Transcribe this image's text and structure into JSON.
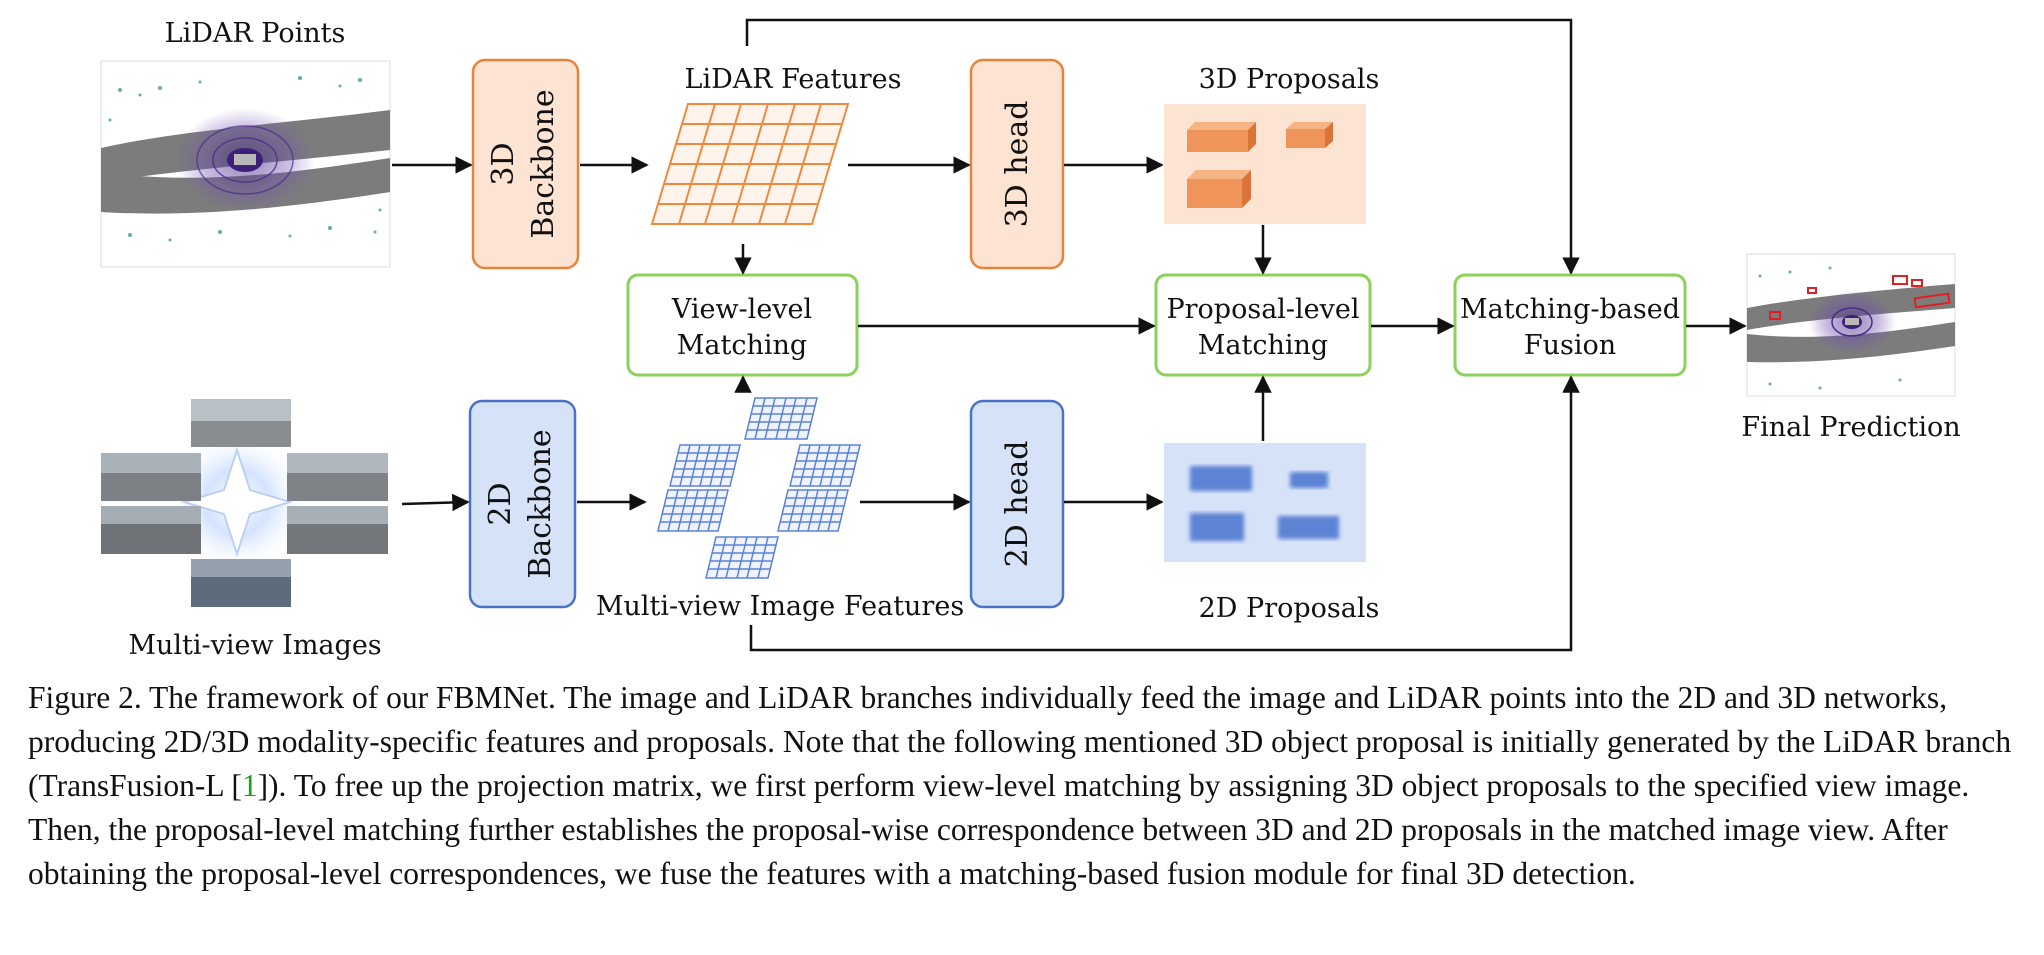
{
  "diagram": {
    "inputs": {
      "lidar_points": "LiDAR Points",
      "multiview_images": "Multi-view Images"
    },
    "backbone3d": {
      "line1": "3D",
      "line2": "Backbone"
    },
    "backbone2d": {
      "line1": "2D",
      "line2": "Backbone"
    },
    "lidar_features": "LiDAR Features",
    "image_features": "Multi-view Image Features",
    "head3d": "3D head",
    "head2d": "2D head",
    "proposals3d": "3D Proposals",
    "proposals2d": "2D Proposals",
    "view_matching": {
      "line1": "View-level",
      "line2": "Matching"
    },
    "proposal_matching": {
      "line1": "Proposal-level",
      "line2": "Matching"
    },
    "fusion": {
      "line1": "Matching-based",
      "line2": "Fusion"
    },
    "final_prediction": "Final Prediction"
  },
  "colors": {
    "orange_stroke": "#e8843a",
    "orange_fill": "#fde3d2",
    "blue_stroke": "#4a72c8",
    "blue_fill": "#d6e2f8",
    "green_stroke": "#8ad25a",
    "road_gray": "#7c7c7c",
    "lidar_purple": "#4b2a86",
    "caption_link": "#19a019"
  },
  "caption": {
    "before_cite": "Figure 2. The framework of our FBMNet. The image and LiDAR branches individually feed the image and LiDAR points into the 2D and 3D networks, producing 2D/3D modality-specific features and proposals. Note that the following mentioned 3D object proposal is initially generated by the LiDAR branch (TransFusion-L [",
    "cite": "1",
    "after_cite": "]). To free up the projection matrix, we first perform view-level matching by assigning 3D object proposals to the specified view image. Then, the proposal-level matching further establishes the proposal-wise correspondence between 3D and 2D proposals in the matched image view. After obtaining the proposal-level correspondences, we fuse the features with a matching-based fusion module for final 3D detection."
  }
}
